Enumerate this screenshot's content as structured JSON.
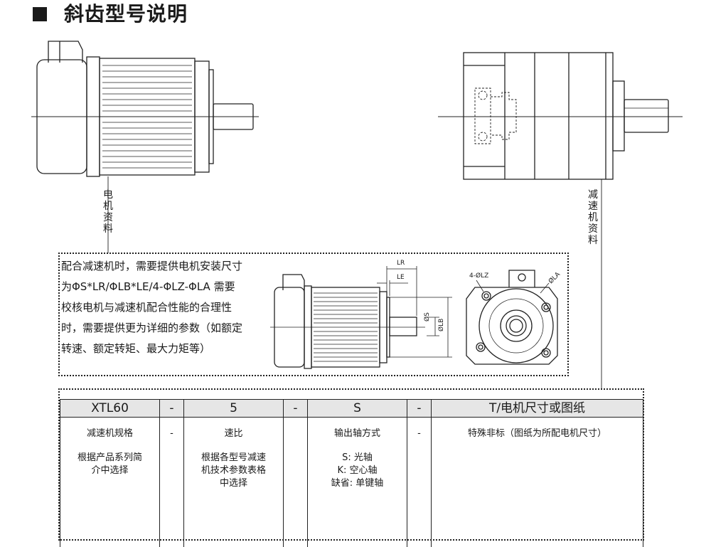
{
  "heading": {
    "title": "斜齿型号说明"
  },
  "labels": {
    "motor": "电机资料",
    "reducer": "减速机资料"
  },
  "note": {
    "lines": [
      "配合减速机时，需要提供电机安装尺寸",
      "为ΦS*LR/ΦLB*LE/4-ΦLZ-ΦLA 需要",
      "校核电机与减速机配合性能的合理性",
      "时，需要提供更为详细的参数（如额定",
      "转速、额定转矩、最大力矩等）"
    ]
  },
  "dims": {
    "LR": "LR",
    "LE": "LE",
    "S": "ØS",
    "LB": "ØLB",
    "LZ": "4-ØLZ",
    "LA": "ØLA"
  },
  "spec": {
    "header": [
      "XTL60",
      "-",
      "5",
      "-",
      "S",
      "-",
      "T/电机尺寸或图纸"
    ],
    "body": [
      {
        "title": "减速机规格",
        "desc": "根据产品系列简\n介中选择"
      },
      {
        "title": "-",
        "desc": ""
      },
      {
        "title": "速比",
        "desc": "根据各型号减速\n机技术参数表格\n中选择"
      },
      {
        "title": "",
        "desc": ""
      },
      {
        "title": "输出轴方式",
        "desc": "S: 光轴\nK: 空心轴\n缺省: 单键轴"
      },
      {
        "title": "-",
        "desc": ""
      },
      {
        "title": "特殊非标（图纸为所配电机尺寸）",
        "desc": ""
      }
    ]
  }
}
